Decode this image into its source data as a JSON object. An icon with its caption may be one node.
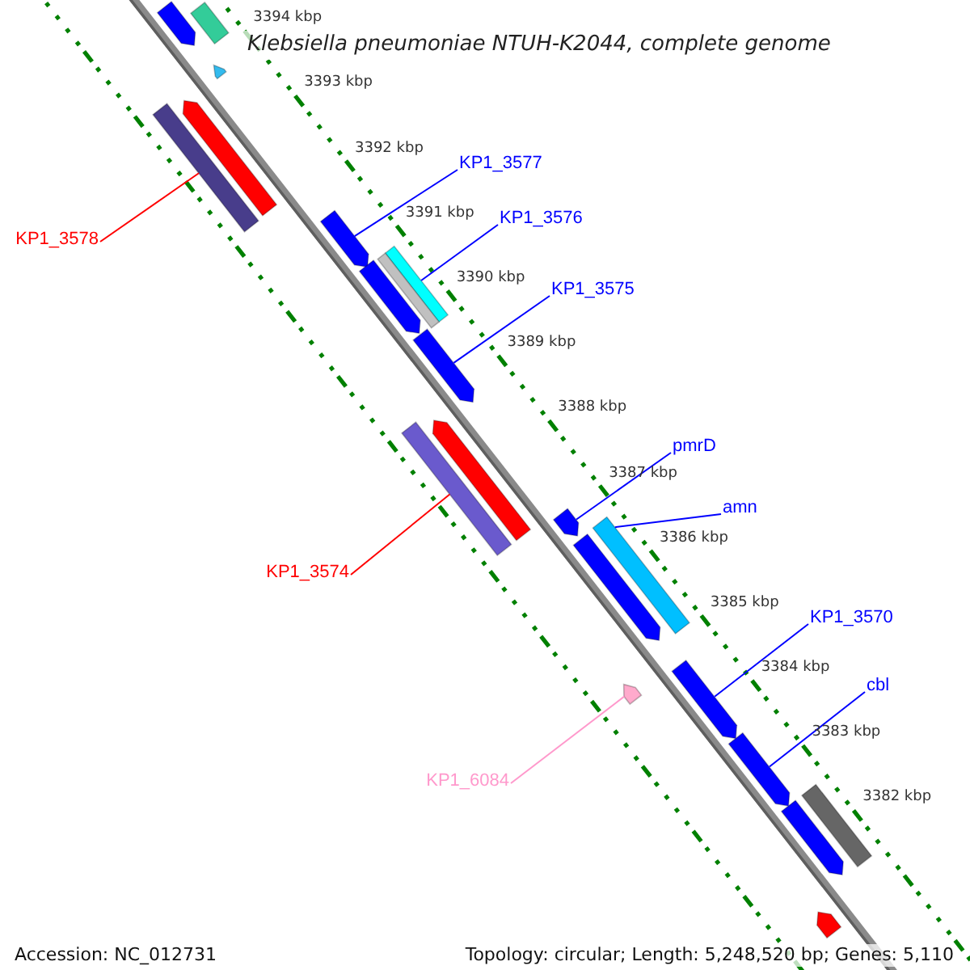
{
  "diagram": {
    "title": "Klebsiella pneumoniae NTUH-K2044, complete genome",
    "nodes": [
      {
        "text": [
          "KP1_3577"
        ]
      },
      {
        "text": [
          "KP1_3576"
        ]
      },
      {
        "text": [
          "KP1_3578"
        ]
      },
      {
        "text": [
          "KP1_3575"
        ]
      },
      {
        "text": [
          "pmrD"
        ]
      },
      {
        "text": [
          "amn"
        ]
      },
      {
        "text": [
          "KP1_3574"
        ]
      },
      {
        "text": [
          "KP1_3570"
        ]
      },
      {
        "text": [
          "cbl"
        ]
      },
      {
        "text": [
          "KP1_6084"
        ]
      },
      {
        "text": [],
        "shape": "bar"
      },
      {
        "text": [],
        "shape": "pentagon"
      },
      {
        "text": [],
        "shape": "pentagon"
      },
      {
        "text": [],
        "shape": "pentagon"
      },
      {
        "text": [],
        "shape": "bar"
      },
      {
        "text": [],
        "shape": "pentagon"
      },
      {
        "text": [],
        "shape": "bar"
      },
      {
        "text": [],
        "shape": "bar"
      },
      {
        "text": [],
        "shape": "pentagon"
      },
      {
        "text": [],
        "shape": "pentagon"
      },
      {
        "text": [],
        "shape": "pentagon"
      },
      {
        "text": [],
        "shape": "bar"
      },
      {
        "text": [],
        "shape": "pentagon"
      },
      {
        "text": [],
        "shape": "bar"
      },
      {
        "text": [],
        "shape": "pentagon"
      },
      {
        "text": [],
        "shape": "pentagon"
      },
      {
        "text": [],
        "shape": "pentagon"
      },
      {
        "text": [],
        "shape": "pentagon"
      },
      {
        "text": [],
        "shape": "bar"
      },
      {
        "text": [],
        "shape": "pentagon"
      },
      {
        "text": [],
        "shape": "pentagon"
      }
    ],
    "edges": [
      {
        "from": 0,
        "to": 15,
        "arrow": "none"
      },
      {
        "from": 1,
        "to": 16,
        "arrow": "none"
      },
      {
        "from": 2,
        "to": 14,
        "arrow": "none",
        "color": "#ff0000"
      },
      {
        "from": 3,
        "to": 19,
        "arrow": "none"
      },
      {
        "from": 4,
        "to": 22,
        "arrow": "none"
      },
      {
        "from": 5,
        "to": 23,
        "arrow": "none"
      },
      {
        "from": 6,
        "to": 21,
        "arrow": "none",
        "color": "#ff0000"
      },
      {
        "from": 7,
        "to": 26,
        "arrow": "none"
      },
      {
        "from": 8,
        "to": 27,
        "arrow": "none"
      },
      {
        "from": 9,
        "to": 25,
        "arrow": "none",
        "color": "#ff99cc"
      }
    ],
    "labels": [
      "3394 kbp",
      "3393 kbp",
      "3392 kbp",
      "3391 kbp",
      "3390 kbp",
      "3389 kbp",
      "3388 kbp",
      "3387 kbp",
      "3386 kbp",
      "3385 kbp",
      "3384 kbp",
      "3383 kbp",
      "3382 kbp",
      "Accession: NC_012731",
      "Topology: circular; Length: 5,248,520 bp; Genes: 5,110"
    ]
  }
}
